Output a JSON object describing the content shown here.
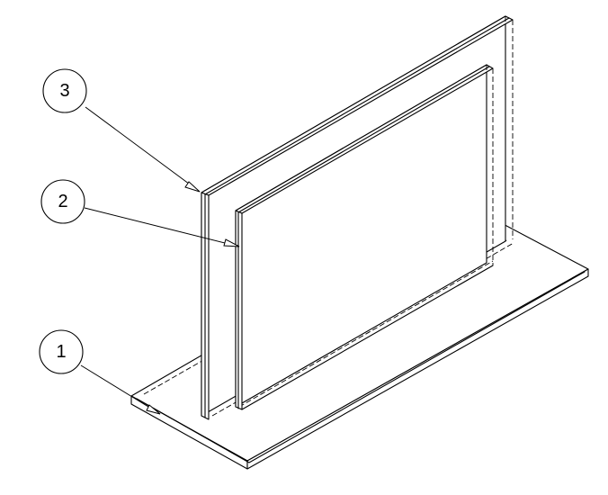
{
  "balloons": [
    {
      "label": "1"
    },
    {
      "label": "2"
    },
    {
      "label": "3"
    }
  ]
}
